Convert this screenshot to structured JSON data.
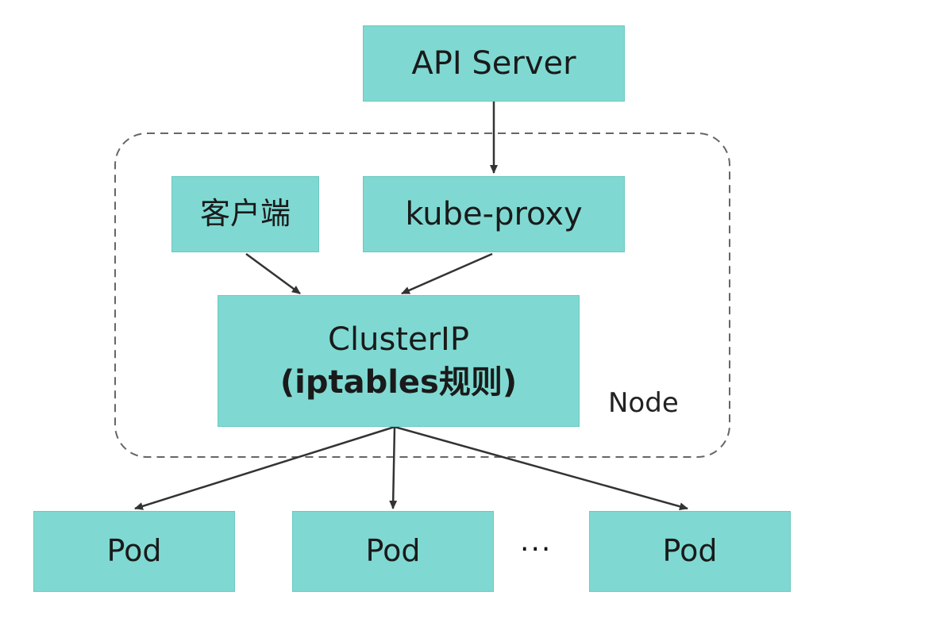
{
  "nodes": {
    "api_server": "API Server",
    "client": "客户端",
    "kube_proxy": "kube-proxy",
    "cluster_ip": "ClusterIP",
    "cluster_ip_rule": "(iptables规则)",
    "pods": [
      "Pod",
      "Pod",
      "Pod"
    ]
  },
  "node_group_label": "Node",
  "ellipsis": "···",
  "colors": {
    "box_fill": "#7fd9d2",
    "line": "#333333",
    "dashed_border": "#666666"
  },
  "edges": [
    {
      "from": "api_server",
      "to": "kube_proxy"
    },
    {
      "from": "client",
      "to": "cluster_ip"
    },
    {
      "from": "kube_proxy",
      "to": "cluster_ip"
    },
    {
      "from": "cluster_ip",
      "to": "pod_1"
    },
    {
      "from": "cluster_ip",
      "to": "pod_2"
    },
    {
      "from": "cluster_ip",
      "to": "pod_3"
    }
  ]
}
